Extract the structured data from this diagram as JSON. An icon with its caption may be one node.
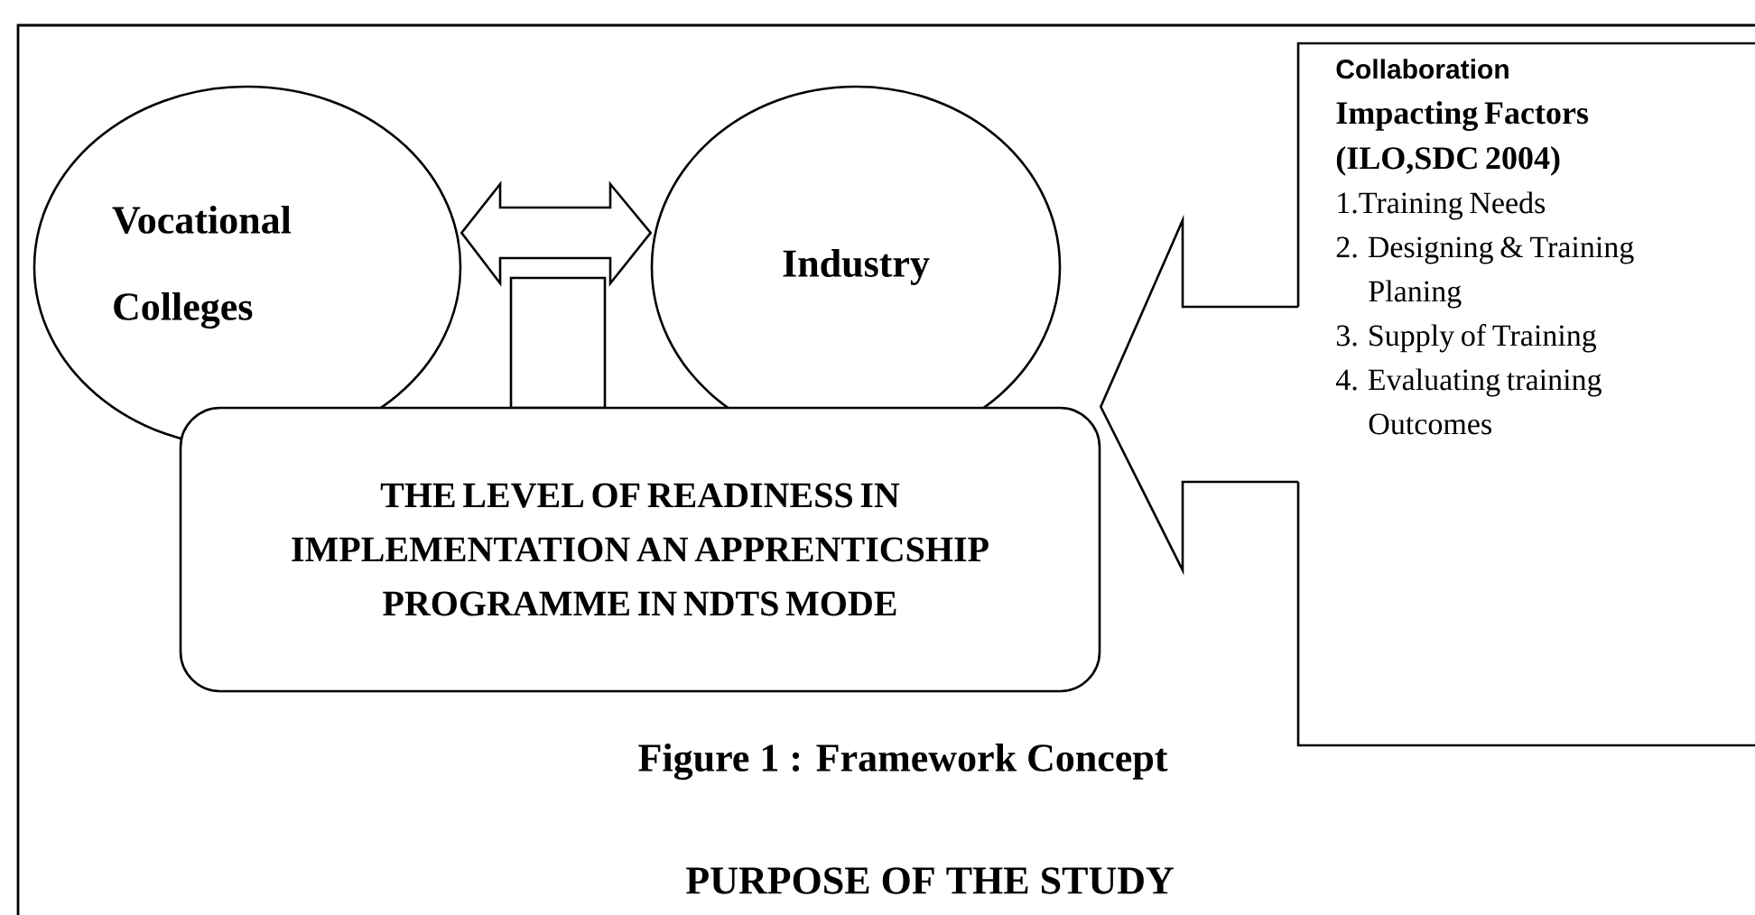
{
  "diagram": {
    "caption": "Figure 1 : Framework Concept",
    "nodes": [
      {
        "text": [
          "Vocational Colleges"
        ]
      },
      {
        "text": [
          "Industry"
        ]
      },
      {
        "text": [],
        "shape": "box"
      },
      {
        "text": [
          "THE LEVEL OF READINESS IN IMPLEMENTATION AN APPRENTICSHIP PROGRAMME IN NDTS MODE"
        ]
      },
      {
        "text": [
          "Collaboration",
          "Impacting Factors (ILO,SDC 2004)",
          "1.Training Needs",
          "2. Designing & Training Planing",
          "3. Supply of Training",
          "4. Evaluating training Outcomes"
        ]
      }
    ],
    "edges": [
      {
        "from": 0,
        "to": 1,
        "arrow": "both"
      },
      {
        "from": 4,
        "to": 3,
        "arrow": "to"
      }
    ],
    "labels": [
      "PURPOSE OF THE STUDY"
    ]
  }
}
